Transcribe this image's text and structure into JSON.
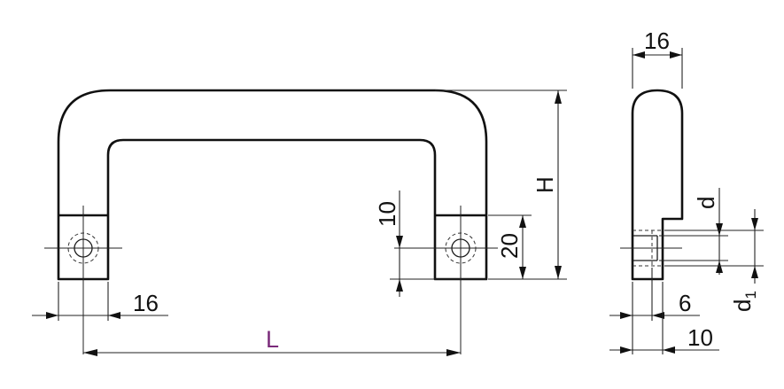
{
  "drawing": {
    "front_view": {
      "dim_length": "L",
      "dim_height": "H",
      "dim_leg_width": "16",
      "dim_hole_offset": "10",
      "dim_foot_height": "20"
    },
    "side_view": {
      "dim_width": "16",
      "dim_d": "d",
      "dim_d1_main": "d",
      "dim_d1_sub": "1",
      "dim_6": "6",
      "dim_10": "10"
    },
    "colors": {
      "line": "#111111",
      "length_label": "#7a2a7a"
    }
  }
}
